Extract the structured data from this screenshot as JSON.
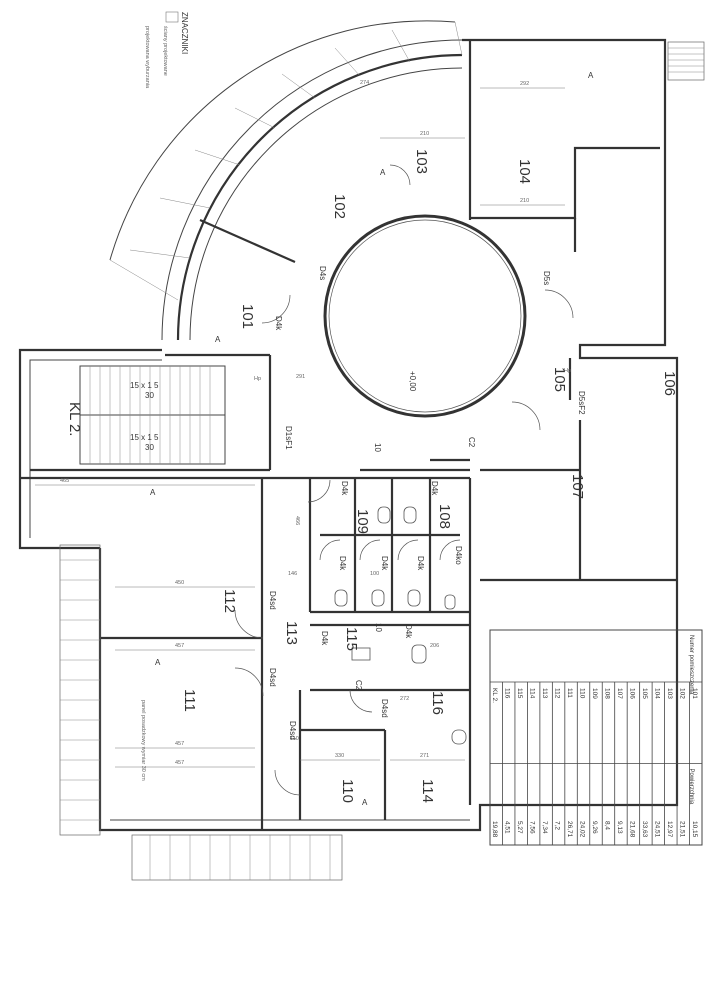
{
  "rooms": {
    "r101": "101",
    "r102": "102",
    "r103": "103",
    "r104": "104",
    "r105": "105",
    "r106": "106",
    "r107": "107",
    "r108": "108",
    "r109": "109",
    "r110": "110",
    "r111": "111",
    "r112": "112",
    "r113": "113",
    "r114": "114",
    "r115": "115",
    "r116": "116",
    "stairs": "KL 2."
  },
  "zone_labels": {
    "a": "A",
    "c2": "C2",
    "ten": "10"
  },
  "doors": {
    "d4k": "D4k",
    "d4s": "D4s",
    "d5s": "D5s",
    "d1sf1": "D1sF1",
    "d5sf2": "D5sF2",
    "d4sd": "D4sd",
    "d4ko": "D4ko"
  },
  "notes": {
    "legend_title": "ZNACZNIKI",
    "legend_wall": "ściany projektowane",
    "legend_line": "projektowana wyburzania",
    "panel_note": "panel posadzkowy wymiar 30 cm",
    "level": "+0,00",
    "hp": "Hp",
    "stair_riser": "15 x 1 5",
    "stair_count": "30",
    "stair_ref": "KL 2."
  },
  "dimensions": {
    "d457": "457",
    "d450": "450",
    "d466": "466",
    "d465": "465",
    "d291": "291",
    "d274": "274",
    "d210": "210",
    "d292": "292",
    "d330": "330",
    "d271": "271",
    "d146": "146",
    "d110": "110",
    "d272": "272",
    "d100": "100",
    "d206": "206"
  },
  "table": {
    "headers": [
      "Numer pomieszczenia",
      "Powierzchnia"
    ],
    "rows": [
      [
        "101",
        "10,15"
      ],
      [
        "102",
        "21,51"
      ],
      [
        "103",
        "12,97"
      ],
      [
        "104",
        "24,51"
      ],
      [
        "105",
        "33,63"
      ],
      [
        "106",
        "21,68"
      ],
      [
        "107",
        "9,13"
      ],
      [
        "108",
        "8,4"
      ],
      [
        "109",
        "9,26"
      ],
      [
        "110",
        "24,02"
      ],
      [
        "111",
        "26,71"
      ],
      [
        "112",
        "7,2"
      ],
      [
        "113",
        "7,34"
      ],
      [
        "114",
        "7,56"
      ],
      [
        "115",
        "5,27"
      ],
      [
        "116",
        "4,51"
      ],
      [
        "KL 2.",
        "19,88"
      ]
    ]
  }
}
